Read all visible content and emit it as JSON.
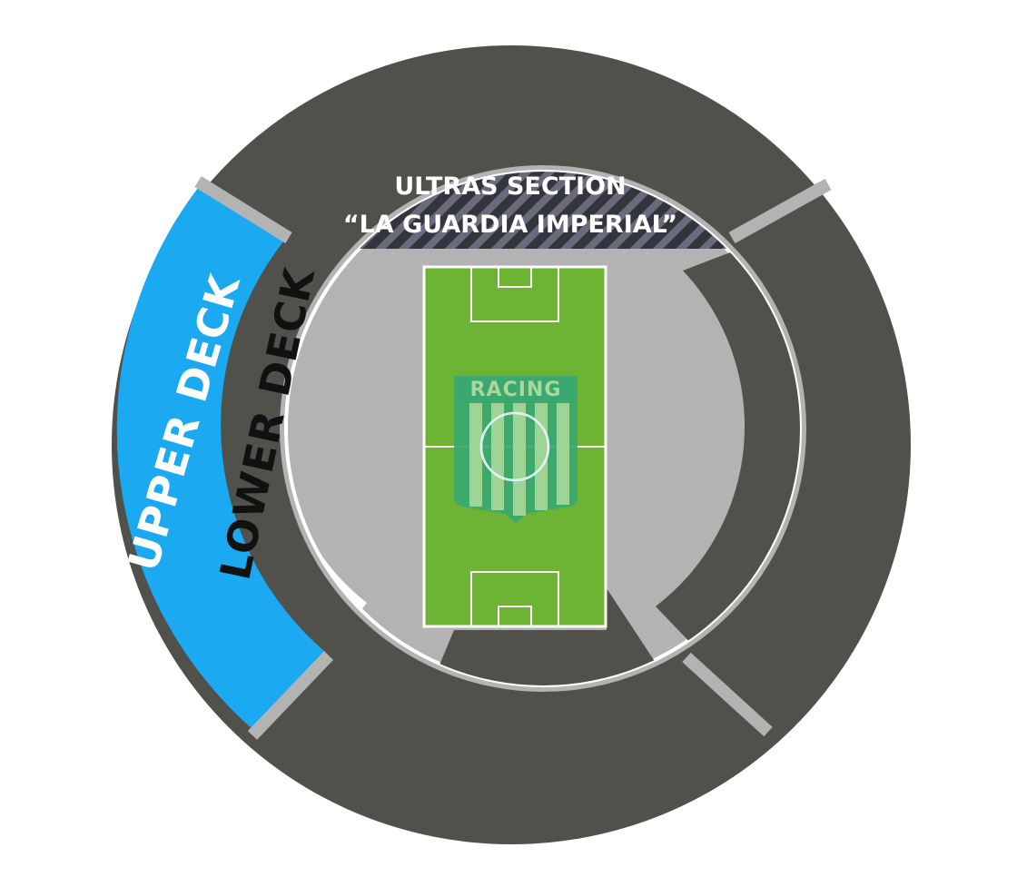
{
  "labels": {
    "upper_deck": "UPPER DECK",
    "lower_deck": "LOWER DECK",
    "ultras_line1": "ULTRAS SECTION",
    "ultras_line2": "“LA GUARDIA IMPERIAL”",
    "crest_name": "RACING"
  },
  "colors": {
    "outer_stand": "#50514a",
    "concourse": "#b3b3b3",
    "upper_deck": "#1ba9f2",
    "lower_deck": "#ffffff",
    "ultras_dark": "#33353c",
    "ultras_stripe": "#6b6a7d",
    "pitch": "#6db334",
    "pitch_lines": "#ffffff",
    "crest_green": "#3aa870",
    "crest_stripe": "#a9d89a",
    "crest_text": "#a9d89a"
  }
}
